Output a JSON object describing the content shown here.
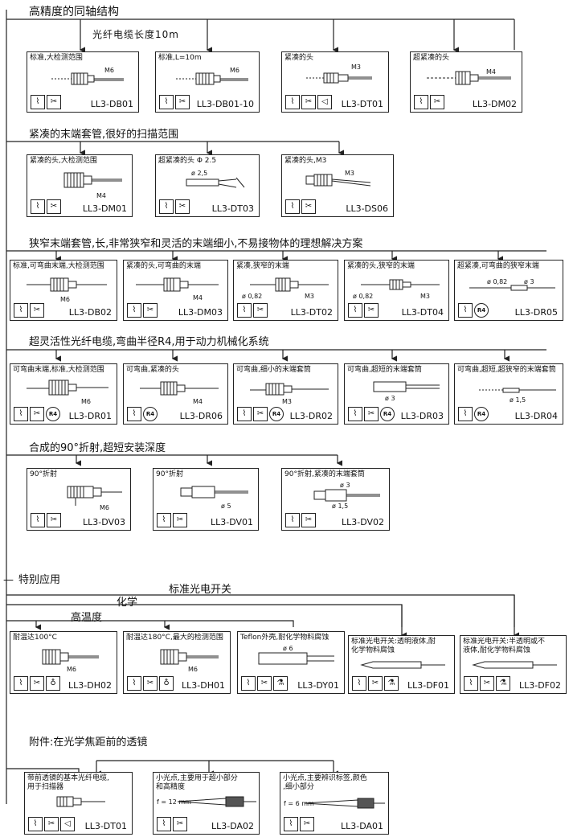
{
  "sections": {
    "s1": {
      "title": "高精度的同轴结构",
      "sub": "光纤电缆长度10m"
    },
    "s2": {
      "title": "紧凑的末端套管,很好的扫描范围"
    },
    "s3": {
      "title": "狭窄末端套管,长,非常狭窄和灵活的末端细小,不易接物体的理想解决方案"
    },
    "s4": {
      "title": "超灵活性光纤电缆,弯曲半径R4,用于动力机械化系统"
    },
    "s5": {
      "title": "合成的90°折射,超短安装深度"
    },
    "s6": {
      "title": "特别应用",
      "std": "标准光电开关",
      "chem": "化学",
      "hot": "高温度"
    },
    "s7": {
      "title": "附件:在光学焦距前的透镜"
    }
  },
  "boxes": {
    "b01": {
      "desc": "标准,大检测范围",
      "label": "M6",
      "code": "LL3-DB01"
    },
    "b02": {
      "desc": "标准,L=10m",
      "label": "M6",
      "code": "LL3-DB01-10"
    },
    "b03": {
      "desc": "紧凑的头",
      "label": "M3",
      "code": "LL3-DT01"
    },
    "b04": {
      "desc": "超紧凑的头",
      "label": "M4",
      "code": "LL3-DM02"
    },
    "b05": {
      "desc": "紧凑的头,大检测范围",
      "label": "M4",
      "code": "LL3-DM01"
    },
    "b06": {
      "desc": "超紧凑的头 Φ 2.5",
      "label": "ø 2,5",
      "code": "LL3-DT03"
    },
    "b07": {
      "desc": "紧凑的头,M3",
      "label": "M3",
      "code": "LL3-DS06"
    },
    "b08": {
      "desc": "标准,可弯曲末端,大检测范围",
      "label": "M6",
      "code": "LL3-DB02"
    },
    "b09": {
      "desc": "紧凑的头,可弯曲的末端",
      "label": "M4",
      "code": "LL3-DM03"
    },
    "b10": {
      "desc": "紧凑,狭窄的末端",
      "label": "M3",
      "label2": "ø 0,82",
      "code": "LL3-DT02"
    },
    "b11": {
      "desc": "紧凑的头,狭窄的末端",
      "label": "M3",
      "label2": "ø 0,82",
      "code": "LL3-DT04"
    },
    "b12": {
      "desc": "超紧凑,可弯曲的狭窄末端",
      "label": "ø 0,82",
      "label2": "ø 3",
      "code": "LL3-DR05"
    },
    "b13": {
      "desc": "可弯曲末端,标准,大检测范围",
      "label": "M6",
      "code": "LL3-DR01"
    },
    "b14": {
      "desc": "可弯曲,紧凑的头",
      "label": "M4",
      "code": "LL3-DR06"
    },
    "b15": {
      "desc": "可弯曲,细小的末端套筒",
      "label": "M3",
      "code": "LL3-DR02"
    },
    "b16": {
      "desc": "可弯曲,超短的末端套筒",
      "label": "ø 3",
      "code": "LL3-DR03"
    },
    "b17": {
      "desc": "可弯曲,超短,超狭窄的末端套筒",
      "label": "ø 1,5",
      "code": "LL3-DR04"
    },
    "b18": {
      "desc": "90°折射",
      "label": "M6",
      "code": "LL3-DV03"
    },
    "b19": {
      "desc": "90°折射",
      "label": "ø 5",
      "code": "LL3-DV01"
    },
    "b20": {
      "desc": "90°折射,紧凑的末端套筒",
      "label": "ø 3",
      "label2": "ø 1,5",
      "code": "LL3-DV02"
    },
    "b21": {
      "desc": "耐温达100°C",
      "label": "M6",
      "code": "LL3-DH02"
    },
    "b22": {
      "desc": "耐温达180°C,最大的检测范围",
      "label": "M6",
      "code": "LL3-DH01"
    },
    "b23": {
      "desc": "Teflon外壳,耐化学物料腐蚀",
      "label": "ø 6",
      "code": "LL3-DY01"
    },
    "b24": {
      "desc": "标准光电开关:透明液体,耐\n化学物料腐蚀",
      "code": "LL3-DF01"
    },
    "b25": {
      "desc": "标准光电开关:半透明或不\n液体,耐化学物料腐蚀",
      "code": "LL3-DF02"
    },
    "b26": {
      "desc": "带前透镜的基本光纤电缆,\n用于扫描器",
      "code": "LL3-DT01"
    },
    "b27": {
      "desc": "小光点,主要用于超小部分\n和高精度",
      "label": "f = 12 mm",
      "code": "LL3-DA02"
    },
    "b28": {
      "desc": "小光点,主要辨识标签,颜色\n,细小部分",
      "label": "f = 6 mm",
      "code": "LL3-DA01"
    }
  },
  "icons": {
    "cable": "cable-icon",
    "scissors": "scissors-icon",
    "r4": "R4",
    "temp": "thermometer-icon",
    "flask": "flask-icon",
    "lens": "lens-icon"
  }
}
